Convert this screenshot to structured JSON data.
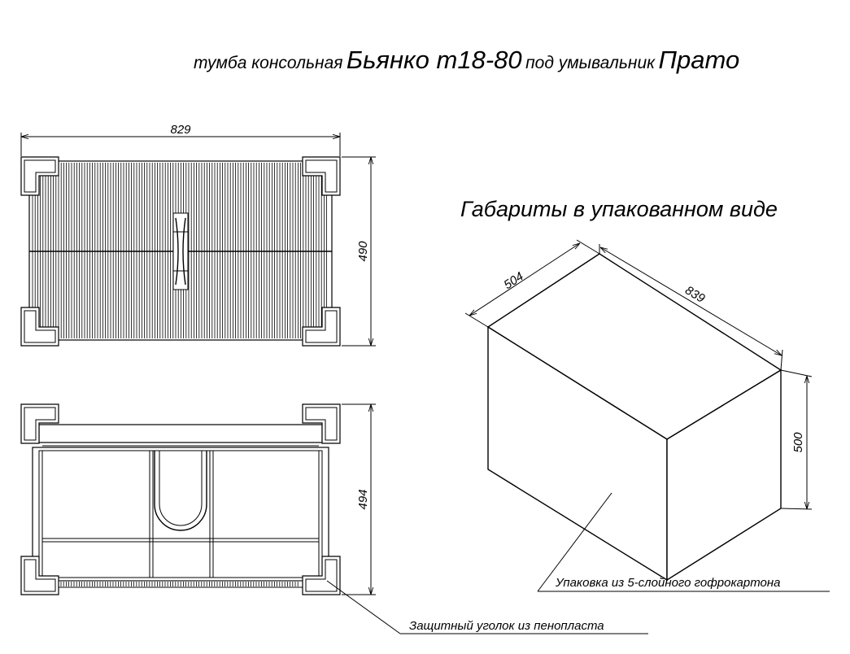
{
  "title": {
    "part1": "тумба консольная",
    "part2": "Бьянко т18-80",
    "part3": "под умывальник",
    "part4": "Прато"
  },
  "subtitle": "Габариты в упакованном виде",
  "top_view": {
    "width_label": "829",
    "depth_label": "490"
  },
  "front_view": {
    "height_label": "494"
  },
  "package": {
    "depth_label": "504",
    "width_label": "839",
    "height_label": "500"
  },
  "notes": {
    "cardboard": "Упаковка из 5-слойного гофрокартона",
    "foam_corner": "Защитный уголок из пенопласта"
  }
}
